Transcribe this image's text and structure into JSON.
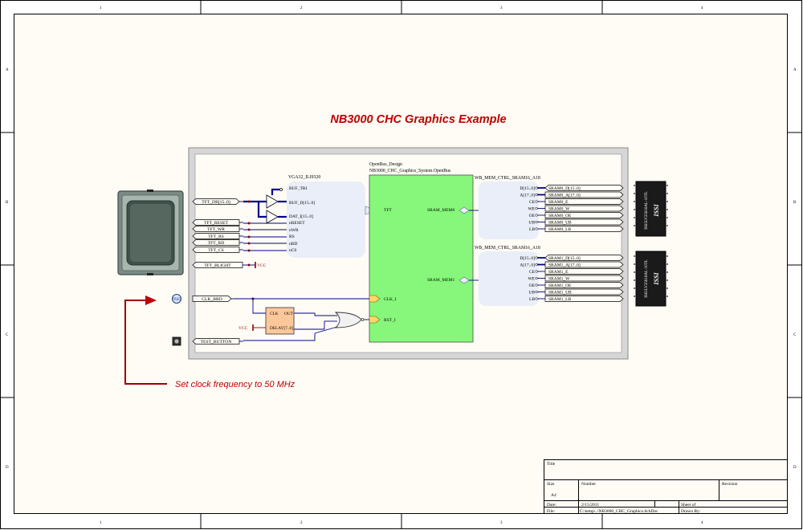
{
  "sheet": {
    "title": "NB3000 CHC Graphics Example",
    "annotation": "Set clock frequency to 50 MHz",
    "zone_columns": [
      "1",
      "2",
      "3",
      "4"
    ],
    "zone_rows": [
      "A",
      "B",
      "C",
      "D"
    ]
  },
  "vga_block": {
    "title": "VGA32_ILI9320",
    "pins": [
      "BUF_TRI",
      "BUF_D[15..0]",
      "DAT_I[15..0]",
      "nRESET",
      "nWR",
      "RS",
      "nRD",
      "nCS"
    ]
  },
  "ports_left": [
    "TFT_DB[15..0]",
    "TFT_RESET",
    "TFT_WR",
    "TFT_RS",
    "TFT_RD",
    "TFT_CS",
    "TFT_BLIGHT",
    "CLK_BRD",
    "TEST_BUTTON"
  ],
  "vcc_labels": [
    "VCC",
    "VCC"
  ],
  "openbus": {
    "title_line1": "OpenBus_Design",
    "title_line2": "NB3000_CHC_Graphics_System.OpenBus",
    "pin_tft": "TFT",
    "pin_clk": "CLK_I",
    "pin_rst": "RST_I",
    "pin_sram0": "SRAM_MEM0",
    "pin_sram1": "SRAM_MEM1"
  },
  "clk_block": {
    "pin_clk": "CLK",
    "pin_out": "OUT",
    "pin_delay": "DELAY[7..0]"
  },
  "mem_ctrl0": {
    "title": "WB_MEM_CTRL_SRAM16_A18",
    "pins": [
      "D[15..0]",
      "A[17..0]",
      "CE",
      "WE",
      "OE",
      "UB",
      "LB"
    ],
    "nets": [
      "SRAM0_D[15..0]",
      "SRAM0_A[17..0]",
      "SRAM0_E",
      "SRAM0_W",
      "SRAM0_OE",
      "SRAM0_UB",
      "SRAM0_LB"
    ]
  },
  "mem_ctrl1": {
    "title": "WB_MEM_CTRL_SRAM16_A18",
    "pins": [
      "D[15..0]",
      "A[17..0]",
      "CE",
      "WE",
      "OE",
      "UB",
      "LB"
    ],
    "nets": [
      "SRAM1_D[15..0]",
      "SRAM1_A[17..0]",
      "SRAM1_E",
      "SRAM1_W",
      "SRAM1_OE",
      "SRAM1_UB",
      "SRAM1_LB"
    ]
  },
  "chips": [
    {
      "brand": "ISSI",
      "part": "IS61LV25616AL-10TL"
    },
    {
      "brand": "ISSI",
      "part": "IS61LV25616AL-10TL"
    }
  ],
  "title_block": {
    "title_label": "Title",
    "size_label": "Size",
    "size_value": "A4",
    "number_label": "Number",
    "revision_label": "Revision",
    "date_label": "Date:",
    "date_value": "2/15/2011",
    "sheet_label": "Sheet  of",
    "file_label": "File:",
    "file_value": "C:\\temp\\..\\NB3000_CHC_Graphics.SchDoc",
    "drawn_label": "Drawn By:"
  },
  "colors": {
    "title_red": "#c00000",
    "wire_blue": "#00008b",
    "openbus_green": "#86f77a",
    "block_fill": "#e9eef8",
    "clk_fill": "#fcc89b",
    "frame_grey": "#d6d6d6",
    "chip_black": "#1a1a1a"
  },
  "icons": [
    "lcd-display-icon",
    "clock-oscillator-icon",
    "pushbutton-icon",
    "or-gate-icon",
    "buffer-triangle-icon",
    "vcc-power-icon",
    "arrow-right-icon"
  ]
}
